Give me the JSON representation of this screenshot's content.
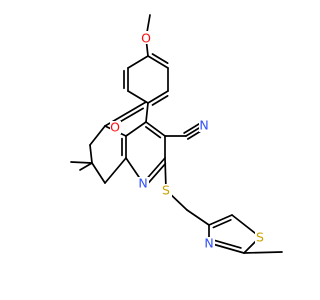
{
  "colors": {
    "bond": "#000000",
    "O": "#ff0d0d",
    "N": "#3050f8",
    "S": "#c7a300",
    "background": "#ffffff"
  },
  "atoms": [
    {
      "id": "a1",
      "symbol": "O",
      "element": "O"
    },
    {
      "id": "a5",
      "symbol": "O",
      "element": "O"
    },
    {
      "id": "a18",
      "symbol": "N",
      "element": "N"
    },
    {
      "id": "a27",
      "symbol": "N",
      "element": "N"
    },
    {
      "id": "a28",
      "symbol": "S",
      "element": "S"
    },
    {
      "id": "a32",
      "symbol": "N",
      "element": "N"
    },
    {
      "id": "a34",
      "symbol": "S",
      "element": "S"
    }
  ]
}
